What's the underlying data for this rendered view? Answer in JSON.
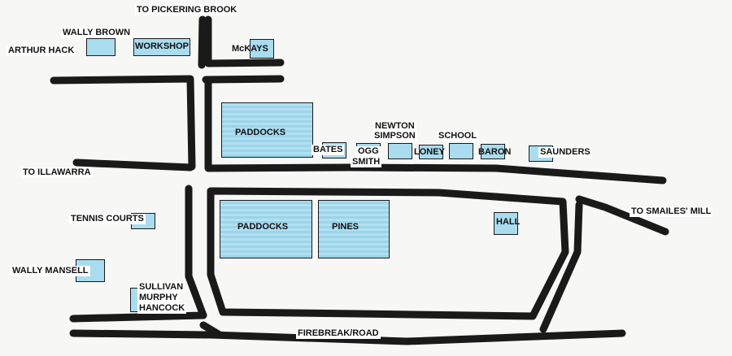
{
  "colors": {
    "road": "#1a1a1a",
    "building": "#a9dcef",
    "background": "#f7f7f5"
  },
  "roads": {
    "to_pickering_brook": "TO PICKERING BROOK",
    "to_illawarra": "TO ILLAWARRA",
    "to_smailes_mill": "TO SMAILES' MILL",
    "firebreak_road": "FIREBREAK/ROAD"
  },
  "places": {
    "wally_brown": "WALLY BROWN",
    "arthur_hack": "ARTHUR HACK",
    "workshop": "WORKSHOP",
    "mckays": "McKAYS",
    "paddocks_north": "PADDOCKS",
    "bates": "BATES",
    "ogg": "OGG",
    "smith": "SMITH",
    "newton": "NEWTON",
    "simpson": "SIMPSON",
    "loney": "LONEY",
    "school": "SCHOOL",
    "baron": "BARON",
    "saunders": "SAUNDERS",
    "tennis_courts": "TENNIS COURTS",
    "paddocks_south": "PADDOCKS",
    "pines": "PINES",
    "hall": "HALL",
    "wally_mansell": "WALLY MANSELL",
    "sullivan": "SULLIVAN",
    "murphy": "MURPHY",
    "hancock": "HANCOCK"
  }
}
